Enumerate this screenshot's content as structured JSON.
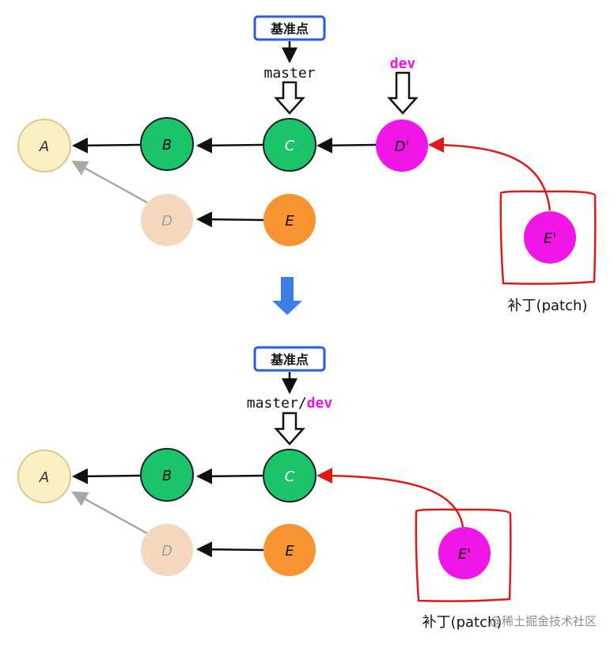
{
  "colors": {
    "node_a": "#fbefc4",
    "node_b": "#1bc46a",
    "node_c": "#1bc46a",
    "node_e": "#f79431",
    "node_d_faded": "#f3d8bd",
    "node_patch": "#f016e8",
    "patch_box": "#e01818",
    "patch_arrow": "#e01818",
    "dev_text": "#ee13e5",
    "badge_border": "#2a5be0",
    "down_arrow": "#3d7de8",
    "edge": "#111111",
    "edge_faded": "#a8a8a8"
  },
  "top": {
    "badge": "基准点",
    "master_label": "master",
    "dev_label": "dev",
    "nodes": {
      "a": "A",
      "b": "B",
      "c": "C",
      "d_prime": "D'",
      "d": "D",
      "e": "E",
      "e_prime": "E'"
    },
    "patch_caption": "补丁(patch)"
  },
  "bottom": {
    "badge": "基准点",
    "master_label": "master",
    "separator": "/",
    "dev_label": "dev",
    "nodes": {
      "a": "A",
      "b": "B",
      "c": "C",
      "d": "D",
      "e": "E",
      "e_prime": "E'"
    },
    "patch_caption": "补丁(patch)"
  },
  "watermark": "@稀土掘金技术社区"
}
